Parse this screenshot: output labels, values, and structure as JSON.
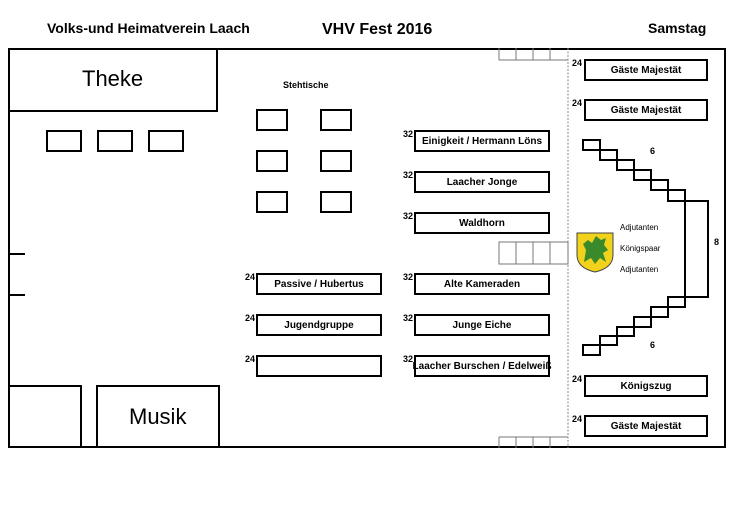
{
  "header": {
    "club": "Volks-und Heimatverein Laach",
    "title": "VHV Fest 2016",
    "day": "Samstag"
  },
  "areas": {
    "bar": "Theke",
    "music": "Musik",
    "standing_tables": "Stehtische"
  },
  "middle_tables": [
    {
      "count": "32",
      "label": "Einigkeit / Hermann Löns"
    },
    {
      "count": "32",
      "label": "Laacher Jonge"
    },
    {
      "count": "32",
      "label": "Waldhorn"
    },
    {
      "count": "32",
      "label": "Alte Kameraden"
    },
    {
      "count": "32",
      "label": "Junge Eiche"
    },
    {
      "count": "32",
      "label": "Laacher Burschen / Edelweiß"
    }
  ],
  "left_tables": [
    {
      "count": "24",
      "label": "Passive / Hubertus"
    },
    {
      "count": "24",
      "label": "Jugendgruppe"
    },
    {
      "count": "24",
      "label": ""
    }
  ],
  "right_tables": [
    {
      "count": "24",
      "label": "Gäste Majestät"
    },
    {
      "count": "24",
      "label": "Gäste Majestät"
    },
    {
      "count": "24",
      "label": "Königszug"
    },
    {
      "count": "24",
      "label": "Gäste Majestät"
    }
  ],
  "stage": {
    "top_count": "6",
    "side_count": "8",
    "bottom_count": "6",
    "rows": [
      "Adjutanten",
      "Königspaar",
      "Adjutanten"
    ],
    "crest_colors": {
      "shield": "#f2d21b",
      "lion": "#3a8a2c"
    }
  }
}
